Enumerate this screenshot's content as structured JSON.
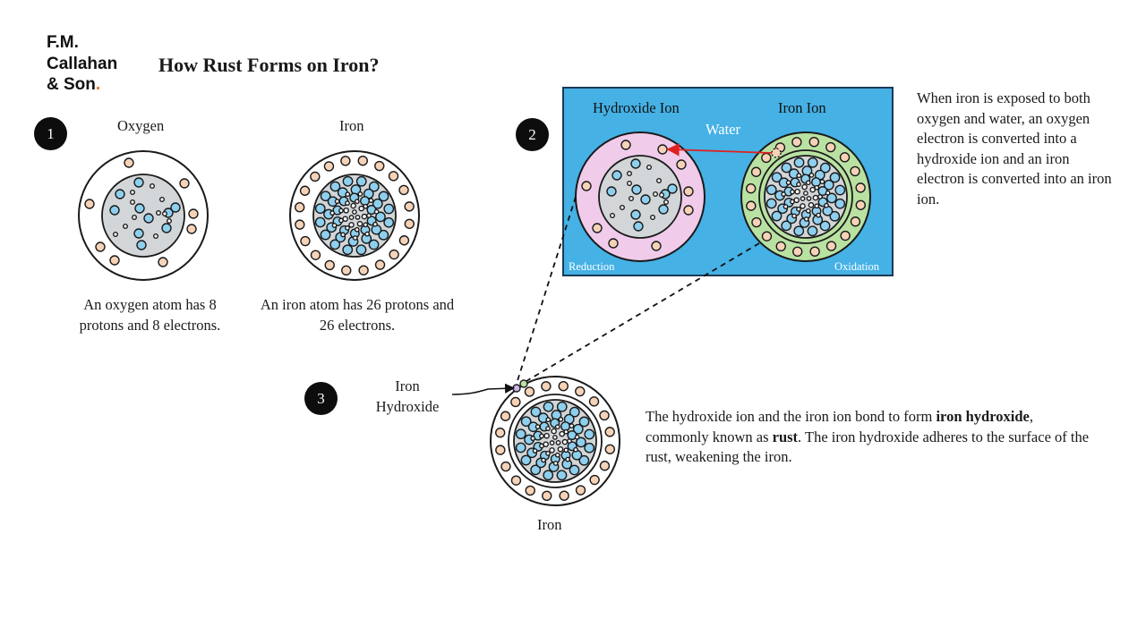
{
  "brand": {
    "line1": "F.M.",
    "line2": "Callahan",
    "line3": "& Son",
    "dot": "."
  },
  "title": "How Rust Forms on Iron?",
  "steps": {
    "one": {
      "number": "1",
      "oxygen_label": "Oxygen",
      "iron_label": "Iron",
      "oxygen_caption": "An oxygen atom has 8 protons and 8 electrons.",
      "iron_caption": "An iron atom has 26 protons and 26 electrons."
    },
    "two": {
      "number": "2",
      "hydroxide_label": "Hydroxide Ion",
      "iron_ion_label": "Iron Ion",
      "water_label": "Water",
      "reduction_label": "Reduction",
      "oxidation_label": "Oxidation",
      "description": "When iron is exposed to both oxygen and water, an oxygen electron is converted into a hydroxide ion and an iron electron is converted into an iron ion."
    },
    "three": {
      "number": "3",
      "pointer_label_line1": "Iron",
      "pointer_label_line2": "Hydroxide",
      "iron_label": "Iron",
      "desc_part1": "The hydroxide ion and the iron ion bond to form ",
      "desc_bold1": "iron hydroxide",
      "desc_part2": ", commonly known as ",
      "desc_bold2": "rust",
      "desc_part3": ". The iron hydroxide adheres to the surface of the rust, weakening the iron."
    }
  },
  "colors": {
    "water": "#45b1e5",
    "electron": "#f6d2b7",
    "proton": "#8ecfee",
    "nucleus": "#d3d6d8",
    "hydroxide_shell": "#f0cbea",
    "iron_ion_shell": "#b9e2a2",
    "arrow": "#e02020",
    "outline": "#1b3a55",
    "accent": "#e8701a"
  }
}
